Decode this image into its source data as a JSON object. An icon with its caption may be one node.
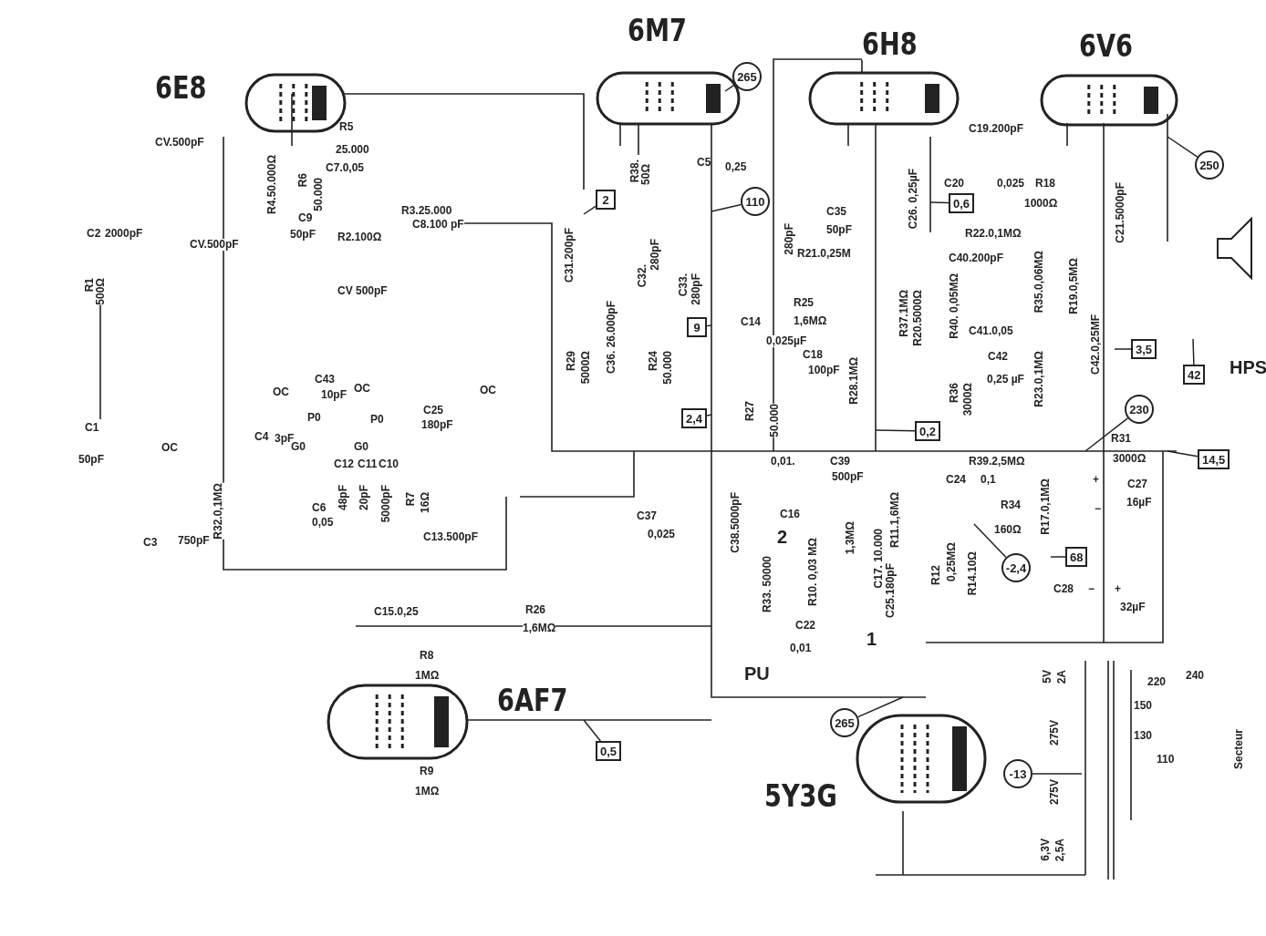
{
  "diagram": {
    "nodes": [
      {
        "text": [
          "265"
        ]
      },
      {
        "text": [
          "2"
        ]
      },
      {
        "text": [
          "110"
        ]
      },
      {
        "text": [
          "9"
        ]
      },
      {
        "text": [
          "2,4"
        ]
      },
      {
        "text": [
          "250"
        ]
      },
      {
        "text": [
          "0,6"
        ]
      },
      {
        "text": [
          "3,5"
        ]
      },
      {
        "text": [
          "42"
        ]
      },
      {
        "text": [
          "230"
        ]
      },
      {
        "text": [
          "0,2"
        ]
      },
      {
        "text": [
          "14,5"
        ]
      },
      {
        "text": [
          "-2,4"
        ]
      },
      {
        "text": [
          "68"
        ]
      },
      {
        "text": [
          "0,5"
        ]
      },
      {
        "text": [
          "265"
        ]
      },
      {
        "text": [
          "-13"
        ]
      }
    ],
    "edges": [
      {
        "from": 0,
        "to": null,
        "arrow": "none"
      },
      {
        "from": 1,
        "to": null,
        "arrow": "none"
      },
      {
        "from": 2,
        "to": null,
        "arrow": "none"
      },
      {
        "from": 3,
        "to": null,
        "arrow": "none"
      },
      {
        "from": 4,
        "to": null,
        "arrow": "none"
      },
      {
        "from": 5,
        "to": null,
        "arrow": "none"
      },
      {
        "from": 6,
        "to": null,
        "arrow": "none"
      },
      {
        "from": 7,
        "to": null,
        "arrow": "none"
      },
      {
        "from": 8,
        "to": null,
        "arrow": "none"
      },
      {
        "from": 9,
        "to": null,
        "arrow": "none"
      },
      {
        "from": 10,
        "to": null,
        "arrow": "none"
      },
      {
        "from": 11,
        "to": null,
        "arrow": "none"
      },
      {
        "from": 12,
        "to": null,
        "arrow": "none"
      },
      {
        "from": 13,
        "to": null,
        "arrow": "none"
      },
      {
        "from": 14,
        "to": null,
        "arrow": "none"
      },
      {
        "from": 15,
        "to": null,
        "arrow": "none"
      },
      {
        "from": 16,
        "to": null,
        "arrow": "none"
      }
    ],
    "labels": [
      "6E8",
      "6M7",
      "6H8",
      "6V6",
      "CV.500pF",
      "R5",
      "25.000",
      "R4.50.000Ω",
      "R6",
      "50.000",
      "C7.0,05",
      "R3.25.000",
      "C8.100 pF",
      "C9",
      "50pF",
      "R2.100Ω",
      "C2",
      "2000pF",
      "CV.500pF",
      "CV 500pF",
      "R1",
      "500Ω",
      "C1",
      "50pF",
      "OC",
      "C43",
      "10pF",
      "OC",
      "OC",
      "P0",
      "P0",
      "C25",
      "180pF",
      "C4",
      "3pF",
      "G0",
      "OC",
      "G0",
      "C12",
      "C11",
      "C10",
      "48pF",
      "20pF",
      "5000pF",
      "R7",
      "16Ω",
      "C6",
      "0,05",
      "R32.0,1MΩ",
      "C13.500pF",
      "C3",
      "750pF",
      "C5",
      "0,25",
      "R38.",
      "50Ω",
      "C35",
      "50pF",
      "C31.200pF",
      "C32.",
      "280pF",
      "C33.",
      "280pF",
      "280pF",
      "R21.0,25M",
      "R25",
      "1,6MΩ",
      "C14",
      "0,025µF",
      "C18",
      "100pF",
      "R29",
      "5000Ω",
      "C36. 26.000pF",
      "R24",
      "50.000",
      "R27",
      "50.000",
      "R28.1MΩ",
      "C26. 0,25µF",
      "R37.1MΩ",
      "R20.5000Ω",
      "C19.200pF",
      "C20",
      "0,025",
      "R18",
      "1000Ω",
      "R22.0,1MΩ",
      "C40.200pF",
      "R35.0,06MΩ",
      "R19.0,5MΩ",
      "C21.5000pF",
      "C41.0,05",
      "R40. 0,05MΩ",
      "C42",
      "0,25 µF",
      "R36",
      "3000Ω",
      "R23.0,1MΩ",
      "C42.0,25MF",
      "HPS",
      "R31",
      "3000Ω",
      "R39.2,5MΩ",
      "0,01.",
      "C39",
      "500pF",
      "C24",
      "0,1",
      "C27",
      "+",
      "−",
      "16µF",
      "R34",
      "160Ω",
      "R17.0,1MΩ",
      "C37",
      "0,025",
      "C16",
      "2",
      "C38.5000pF",
      "R11.1,6MΩ",
      "1,3MΩ",
      "C17. 10.000",
      "R10. 0,03 MΩ",
      "R12",
      "0,25MΩ",
      "R14.10Ω",
      "R33. 50000",
      "C28",
      "−",
      "+",
      "32µF",
      "C25.180pF",
      "R26",
      "1,6MΩ",
      "C15.0,25",
      "C22",
      "1",
      "0,01",
      "R8",
      "1MΩ",
      "PU",
      "5V",
      "2A",
      "220",
      "240",
      "6AF7",
      "150",
      "130",
      "110",
      "275V",
      "275V",
      "Secteur",
      "R9",
      "1MΩ",
      "5Y3G",
      "6,3V",
      "2,5A"
    ]
  }
}
